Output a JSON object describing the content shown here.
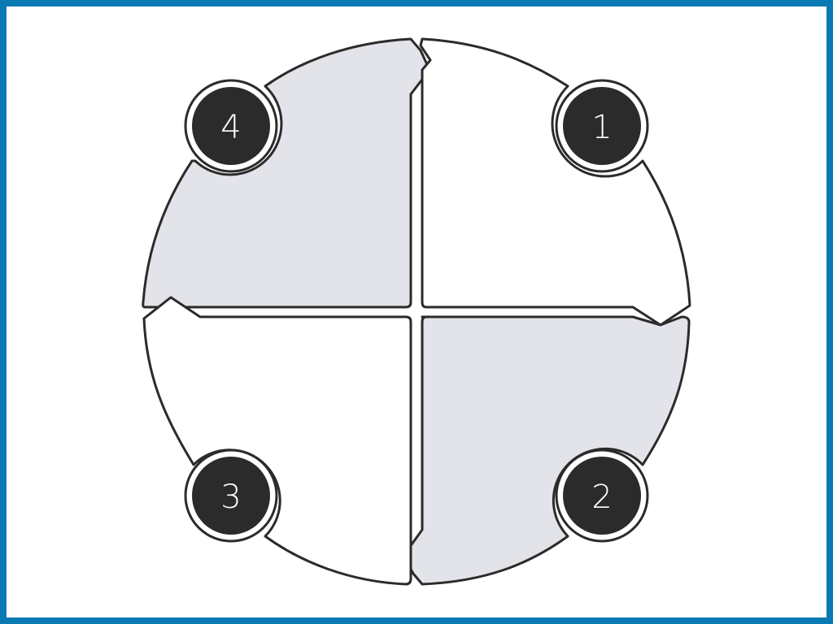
{
  "colors": {
    "frame_border": "#0a7ab5",
    "outline": "#2b2b2b",
    "segment_shaded": "#e3e3ea",
    "segment_plain": "#ffffff",
    "badge_fill": "#2b2b2b",
    "badge_text": "#ffffff"
  },
  "diagram": {
    "segments": [
      {
        "number": "1",
        "shade": "plain"
      },
      {
        "number": "2",
        "shade": "shaded"
      },
      {
        "number": "3",
        "shade": "plain"
      },
      {
        "number": "4",
        "shade": "shaded"
      }
    ]
  }
}
